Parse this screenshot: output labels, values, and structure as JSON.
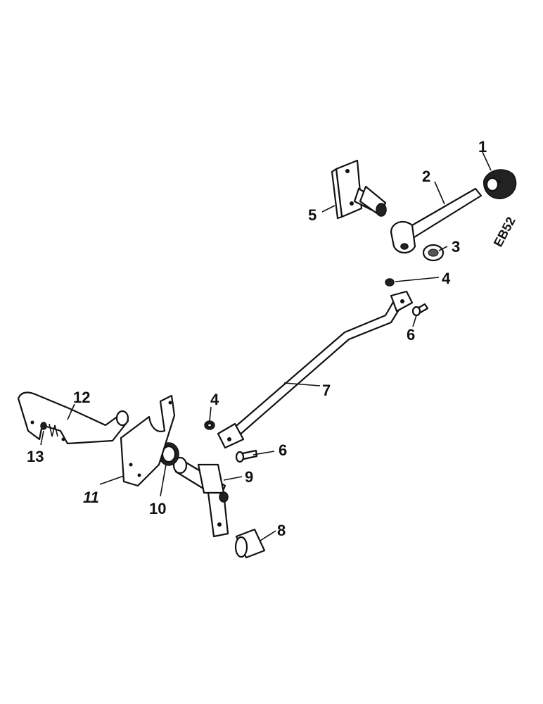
{
  "figure_code": "EB52",
  "callouts": {
    "c1": "1",
    "c2": "2",
    "c3": "3",
    "c4a": "4",
    "c4b": "4",
    "c5": "5",
    "c6a": "6",
    "c6b": "6",
    "c7": "7",
    "c8": "8",
    "c9": "9",
    "c10": "10",
    "c11": "11",
    "c12": "12",
    "c13": "13"
  }
}
